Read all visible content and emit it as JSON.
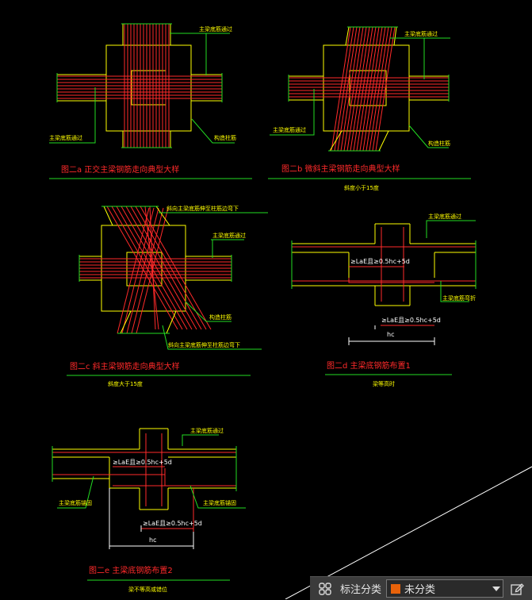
{
  "drawing": {
    "fig_a": {
      "title": "图二a 正交主梁钢筋走向典型大样",
      "callout_top": "主梁底筋通过",
      "callout_bottom_left": "主梁底筋通过",
      "callout_bottom_right": "构造柱筋"
    },
    "fig_b": {
      "title": "图二b 微斜主梁钢筋走向典型大样",
      "subtitle": "斜度小于15度",
      "callout_top": "主梁底筋通过",
      "callout_bottom_left": "主梁底筋通过",
      "callout_bottom_right": "构造柱筋"
    },
    "fig_c": {
      "title": "图二c 斜主梁钢筋走向典型大样",
      "subtitle": "斜度大于15度",
      "callout_top": "斜向主梁底筋伸至柱筋边弯下",
      "callout_right": "主梁底筋通过",
      "callout_mid": "构造柱筋",
      "callout_bottom": "斜向主梁底筋伸至柱筋边弯下"
    },
    "fig_d": {
      "title": "图二d 主梁底钢筋布置1",
      "subtitle": "梁等高时",
      "callout_top": "主梁底筋通过",
      "callout_right": "主梁底筋弯折",
      "dim1": "≥LaE且≥0.5hc+5d",
      "dim2": "≥LaE且≥0.5hc+5d",
      "dim_hc": "hc"
    },
    "fig_e": {
      "title": "图二e 主梁底钢筋布置2",
      "subtitle": "梁不等高或错位",
      "callout_top": "主梁底筋通过",
      "callout_left": "主梁底筋锚固",
      "callout_right": "主梁底筋锚固",
      "dim1": "≥LaE且≥0.5hc+5d",
      "dim2": "≥LaE且≥0.5hc+5d",
      "dim_hc": "hc"
    }
  },
  "toolbar": {
    "label": "标注分类",
    "selected": "未分类",
    "swatch_color": "#e8620a",
    "icon_left": "layers-grid-icon",
    "icon_right": "edit-icon"
  },
  "colors": {
    "red": "#ff2a2a",
    "yellow": "#ffff00",
    "green": "#22dd22",
    "white": "#ffffff"
  }
}
